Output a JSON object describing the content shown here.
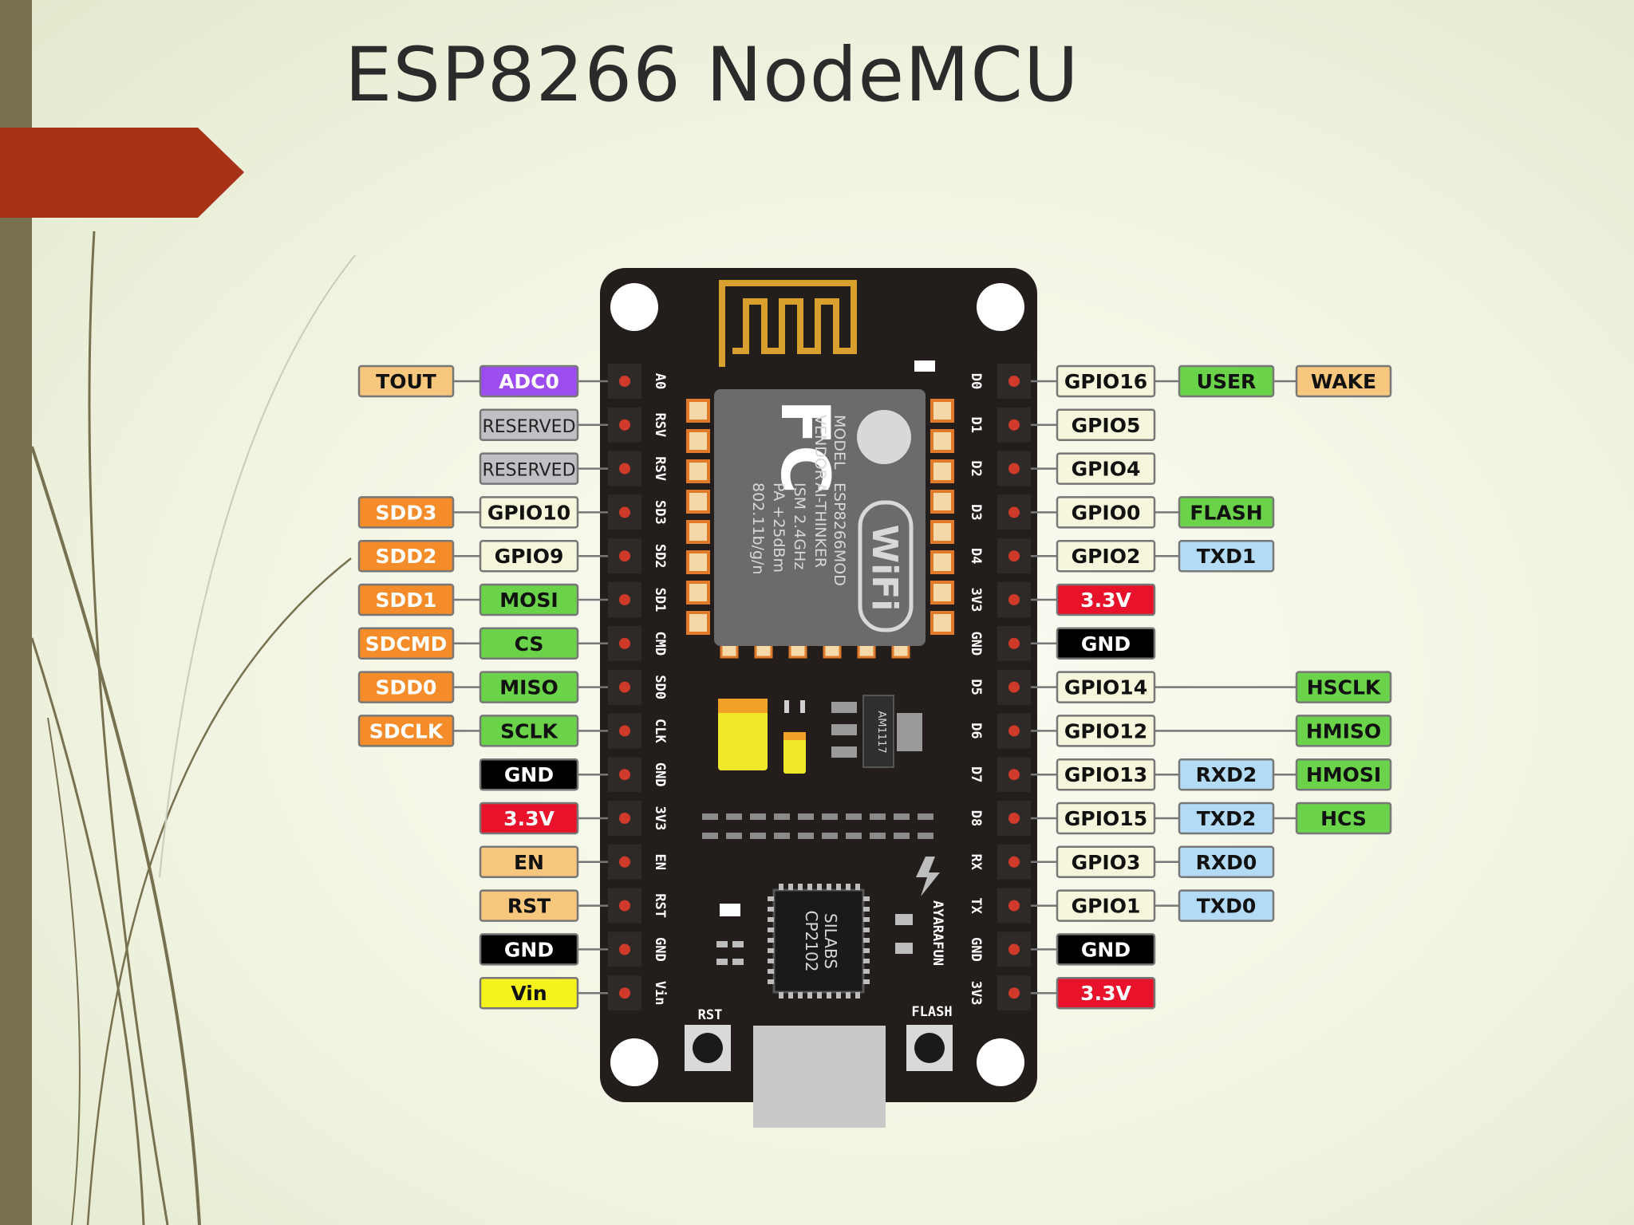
{
  "title": "ESP8266 NodeMCU",
  "colors": {
    "orange_label": "#f58c2a",
    "purple_label": "#9b4df0",
    "green_label": "#6ad34a",
    "pale_label": "#f6f6dc",
    "light_blue_label": "#b3dbf5",
    "tan_label": "#f7c77d",
    "red_label": "#e8132b",
    "black_label": "#000000",
    "yellow_label": "#f6f21d",
    "gray_label": "#c0c0c4",
    "board": "#231e1c",
    "antenna": "#d8a02c"
  },
  "left_pins": [
    {
      "silk": "A0",
      "labels": [
        {
          "text": "ADC0",
          "style": "purple"
        },
        {
          "text": "TOUT",
          "style": "tan"
        }
      ]
    },
    {
      "silk": "RSV",
      "labels": [
        {
          "text": "RESERVED",
          "style": "gray"
        }
      ]
    },
    {
      "silk": "RSV",
      "labels": [
        {
          "text": "RESERVED",
          "style": "gray"
        }
      ]
    },
    {
      "silk": "SD3",
      "labels": [
        {
          "text": "GPIO10",
          "style": "pale"
        },
        {
          "text": "SDD3",
          "style": "orange"
        }
      ]
    },
    {
      "silk": "SD2",
      "labels": [
        {
          "text": "GPIO9",
          "style": "pale"
        },
        {
          "text": "SDD2",
          "style": "orange"
        }
      ]
    },
    {
      "silk": "SD1",
      "labels": [
        {
          "text": "MOSI",
          "style": "green"
        },
        {
          "text": "SDD1",
          "style": "orange"
        }
      ]
    },
    {
      "silk": "CMD",
      "labels": [
        {
          "text": "CS",
          "style": "green"
        },
        {
          "text": "SDCMD",
          "style": "orange"
        }
      ]
    },
    {
      "silk": "SD0",
      "labels": [
        {
          "text": "MISO",
          "style": "green"
        },
        {
          "text": "SDD0",
          "style": "orange"
        }
      ]
    },
    {
      "silk": "CLK",
      "labels": [
        {
          "text": "SCLK",
          "style": "green"
        },
        {
          "text": "SDCLK",
          "style": "orange"
        }
      ]
    },
    {
      "silk": "GND",
      "labels": [
        {
          "text": "GND",
          "style": "black"
        }
      ]
    },
    {
      "silk": "3V3",
      "labels": [
        {
          "text": "3.3V",
          "style": "red"
        }
      ]
    },
    {
      "silk": "EN",
      "labels": [
        {
          "text": "EN",
          "style": "tan"
        }
      ]
    },
    {
      "silk": "RST",
      "labels": [
        {
          "text": "RST",
          "style": "tan"
        }
      ]
    },
    {
      "silk": "GND",
      "labels": [
        {
          "text": "GND",
          "style": "black"
        }
      ]
    },
    {
      "silk": "Vin",
      "labels": [
        {
          "text": "Vin",
          "style": "yellow"
        }
      ]
    }
  ],
  "right_pins": [
    {
      "silk": "D0",
      "labels": [
        {
          "text": "GPIO16",
          "style": "pale",
          "col": 0
        },
        {
          "text": "USER",
          "style": "green",
          "col": 1
        },
        {
          "text": "WAKE",
          "style": "tan",
          "col": 2
        }
      ]
    },
    {
      "silk": "D1",
      "labels": [
        {
          "text": "GPIO5",
          "style": "pale",
          "col": 0
        }
      ]
    },
    {
      "silk": "D2",
      "labels": [
        {
          "text": "GPIO4",
          "style": "pale",
          "col": 0
        }
      ]
    },
    {
      "silk": "D3",
      "labels": [
        {
          "text": "GPIO0",
          "style": "pale",
          "col": 0
        },
        {
          "text": "FLASH",
          "style": "green",
          "col": 1
        }
      ]
    },
    {
      "silk": "D4",
      "labels": [
        {
          "text": "GPIO2",
          "style": "pale",
          "col": 0
        },
        {
          "text": "TXD1",
          "style": "lightblue",
          "col": 1
        }
      ]
    },
    {
      "silk": "3V3",
      "labels": [
        {
          "text": "3.3V",
          "style": "red",
          "col": 0
        }
      ]
    },
    {
      "silk": "GND",
      "labels": [
        {
          "text": "GND",
          "style": "black",
          "col": 0
        }
      ]
    },
    {
      "silk": "D5",
      "labels": [
        {
          "text": "GPIO14",
          "style": "pale",
          "col": 0
        },
        {
          "text": "HSCLK",
          "style": "green",
          "col": 2
        }
      ]
    },
    {
      "silk": "D6",
      "labels": [
        {
          "text": "GPIO12",
          "style": "pale",
          "col": 0
        },
        {
          "text": "HMISO",
          "style": "green",
          "col": 2
        }
      ]
    },
    {
      "silk": "D7",
      "labels": [
        {
          "text": "GPIO13",
          "style": "pale",
          "col": 0
        },
        {
          "text": "RXD2",
          "style": "lightblue",
          "col": 1
        },
        {
          "text": "HMOSI",
          "style": "green",
          "col": 2
        }
      ]
    },
    {
      "silk": "D8",
      "labels": [
        {
          "text": "GPIO15",
          "style": "pale",
          "col": 0
        },
        {
          "text": "TXD2",
          "style": "lightblue",
          "col": 1
        },
        {
          "text": "HCS",
          "style": "green",
          "col": 2
        }
      ]
    },
    {
      "silk": "RX",
      "labels": [
        {
          "text": "GPIO3",
          "style": "pale",
          "col": 0
        },
        {
          "text": "RXD0",
          "style": "lightblue",
          "col": 1
        }
      ]
    },
    {
      "silk": "TX",
      "labels": [
        {
          "text": "GPIO1",
          "style": "pale",
          "col": 0
        },
        {
          "text": "TXD0",
          "style": "lightblue",
          "col": 1
        }
      ]
    },
    {
      "silk": "GND",
      "labels": [
        {
          "text": "GND",
          "style": "black",
          "col": 0
        }
      ]
    },
    {
      "silk": "3V3",
      "labels": [
        {
          "text": "3.3V",
          "style": "red",
          "col": 0
        }
      ]
    }
  ],
  "module": {
    "fc_logo": "FC",
    "model_line1": "MODEL",
    "model_line2": "VENDOR",
    "model_value1": "ESP8266MOD",
    "model_value2": "AI-THINKER",
    "spec1": "ISM 2.4GHz",
    "spec2": "PA +25dBm",
    "spec3": "802.11b/g/n",
    "wifi_logo": "WiFi"
  },
  "regulator_text": "AM1117",
  "usb_chip": {
    "line1": "SILABS",
    "line2": "CP2102"
  },
  "brand_text": "AYARAFUN",
  "buttons": {
    "rst_label": "RST",
    "flash_label": "FLASH"
  }
}
